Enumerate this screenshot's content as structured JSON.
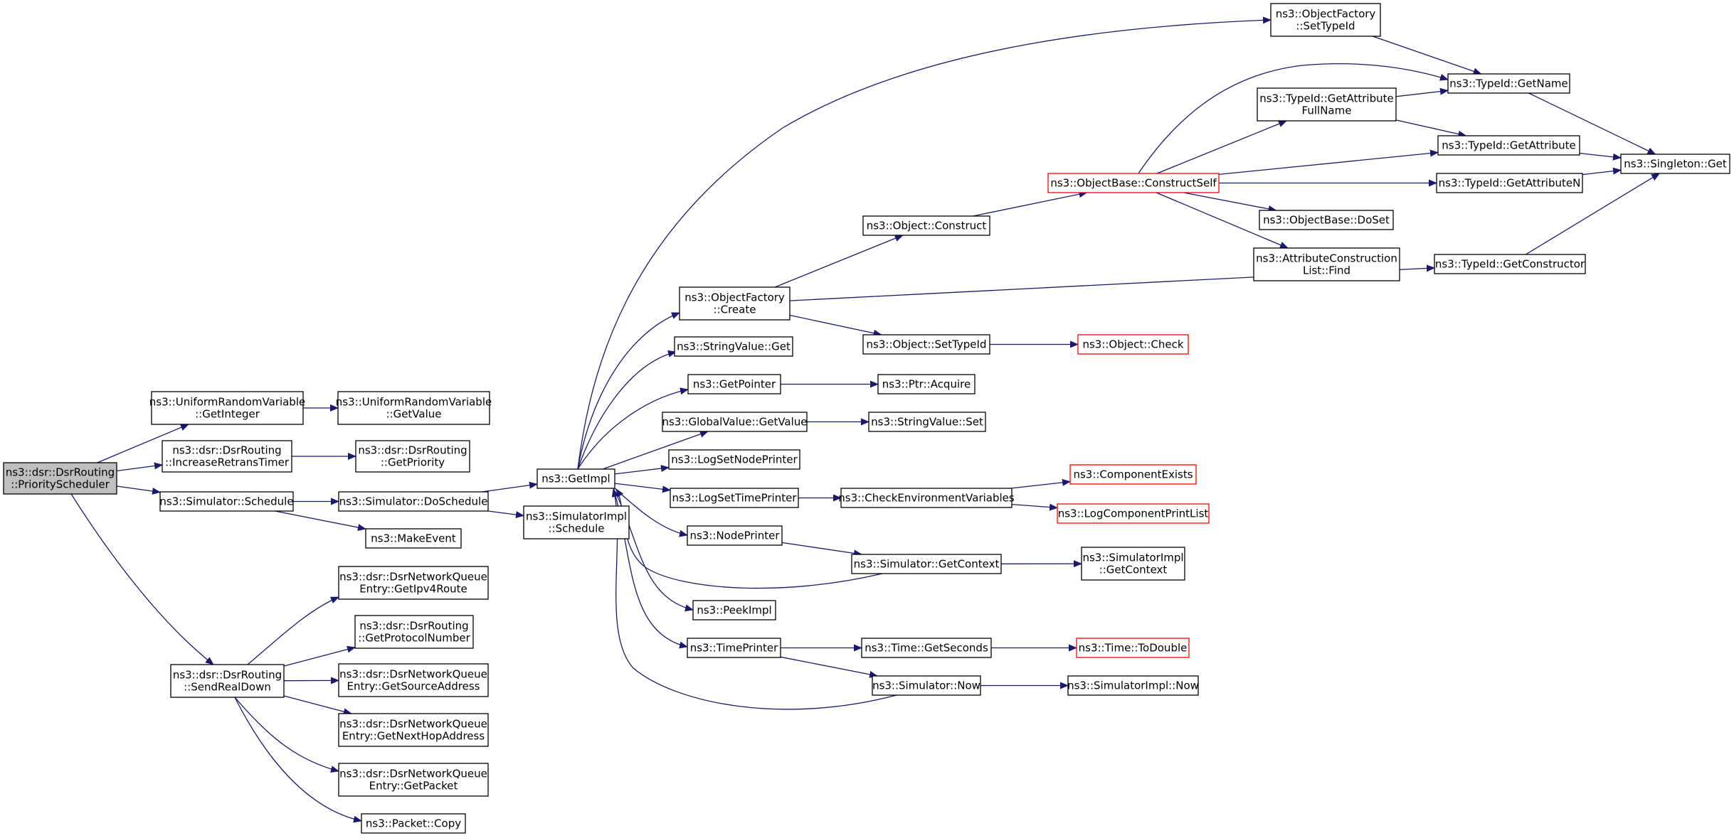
{
  "colors": {
    "edge": "#191970",
    "node_border": "#000000",
    "node_fill": "#ffffff",
    "root_fill": "#bfbfbf",
    "truncated_border": "#ff0000"
  },
  "nodes": [
    {
      "id": "prio",
      "lines": [
        "ns3::dsr::DsrRouting",
        "::PriorityScheduler"
      ],
      "root": true
    },
    {
      "id": "urv_int",
      "lines": [
        "ns3::UniformRandomVariable",
        "::GetInteger"
      ]
    },
    {
      "id": "urv_val",
      "lines": [
        "ns3::UniformRandomVariable",
        "::GetValue"
      ]
    },
    {
      "id": "inc_retrans",
      "lines": [
        "ns3::dsr::DsrRouting",
        "::IncreaseRetransTimer"
      ]
    },
    {
      "id": "get_priority",
      "lines": [
        "ns3::dsr::DsrRouting",
        "::GetPriority"
      ]
    },
    {
      "id": "sim_schedule",
      "lines": [
        "ns3::Simulator::Schedule"
      ]
    },
    {
      "id": "sim_doschedule",
      "lines": [
        "ns3::Simulator::DoSchedule"
      ]
    },
    {
      "id": "make_event",
      "lines": [
        "ns3::MakeEvent"
      ]
    },
    {
      "id": "get_impl",
      "lines": [
        "ns3::GetImpl"
      ]
    },
    {
      "id": "simimpl_schedule",
      "lines": [
        "ns3::SimulatorImpl",
        "::Schedule"
      ]
    },
    {
      "id": "send_real_down",
      "lines": [
        "ns3::dsr::DsrRouting",
        "::SendRealDown"
      ]
    },
    {
      "id": "nq_ipv4",
      "lines": [
        "ns3::dsr::DsrNetworkQueue",
        "Entry::GetIpv4Route"
      ]
    },
    {
      "id": "protocol_number",
      "lines": [
        "ns3::dsr::DsrRouting",
        "::GetProtocolNumber"
      ]
    },
    {
      "id": "nq_src",
      "lines": [
        "ns3::dsr::DsrNetworkQueue",
        "Entry::GetSourceAddress"
      ]
    },
    {
      "id": "nq_nexthop",
      "lines": [
        "ns3::dsr::DsrNetworkQueue",
        "Entry::GetNextHopAddress"
      ]
    },
    {
      "id": "nq_packet",
      "lines": [
        "ns3::dsr::DsrNetworkQueue",
        "Entry::GetPacket"
      ]
    },
    {
      "id": "packet_copy",
      "lines": [
        "ns3::Packet::Copy"
      ]
    },
    {
      "id": "of_settypeid",
      "lines": [
        "ns3::ObjectFactory",
        "::SetTypeId"
      ]
    },
    {
      "id": "of_create",
      "lines": [
        "ns3::ObjectFactory",
        "::Create"
      ]
    },
    {
      "id": "stringvalue_get",
      "lines": [
        "ns3::StringValue::Get"
      ]
    },
    {
      "id": "get_pointer",
      "lines": [
        "ns3::GetPointer"
      ]
    },
    {
      "id": "globalvalue_getvalue",
      "lines": [
        "ns3::GlobalValue::GetValue"
      ]
    },
    {
      "id": "log_node_printer",
      "lines": [
        "ns3::LogSetNodePrinter"
      ]
    },
    {
      "id": "log_time_printer",
      "lines": [
        "ns3::LogSetTimePrinter"
      ]
    },
    {
      "id": "node_printer",
      "lines": [
        "ns3::NodePrinter"
      ]
    },
    {
      "id": "peek_impl",
      "lines": [
        "ns3::PeekImpl"
      ]
    },
    {
      "id": "time_printer",
      "lines": [
        "ns3::TimePrinter"
      ]
    },
    {
      "id": "object_construct",
      "lines": [
        "ns3::Object::Construct"
      ]
    },
    {
      "id": "object_settypeid",
      "lines": [
        "ns3::Object::SetTypeId"
      ]
    },
    {
      "id": "ptr_acquire",
      "lines": [
        "ns3::Ptr::Acquire"
      ]
    },
    {
      "id": "stringvalue_set",
      "lines": [
        "ns3::StringValue::Set"
      ]
    },
    {
      "id": "check_env",
      "lines": [
        "ns3::CheckEnvironmentVariables"
      ]
    },
    {
      "id": "sim_getcontext",
      "lines": [
        "ns3::Simulator::GetContext"
      ]
    },
    {
      "id": "time_getseconds",
      "lines": [
        "ns3::Time::GetSeconds"
      ]
    },
    {
      "id": "sim_now",
      "lines": [
        "ns3::Simulator::Now"
      ]
    },
    {
      "id": "objectbase_constructself",
      "lines": [
        "ns3::ObjectBase::ConstructSelf"
      ],
      "truncated": true
    },
    {
      "id": "object_check",
      "lines": [
        "ns3::Object::Check"
      ],
      "truncated": true
    },
    {
      "id": "component_exists",
      "lines": [
        "ns3::ComponentExists"
      ],
      "truncated": true
    },
    {
      "id": "log_component_printlist",
      "lines": [
        "ns3::LogComponentPrintList"
      ],
      "truncated": true
    },
    {
      "id": "simimpl_getcontext",
      "lines": [
        "ns3::SimulatorImpl",
        "::GetContext"
      ]
    },
    {
      "id": "time_todouble",
      "lines": [
        "ns3::Time::ToDouble"
      ],
      "truncated": true
    },
    {
      "id": "simimpl_now",
      "lines": [
        "ns3::SimulatorImpl::Now"
      ]
    },
    {
      "id": "typeid_getattr_fullname",
      "lines": [
        "ns3::TypeId::GetAttribute",
        "FullName"
      ]
    },
    {
      "id": "objectbase_doset",
      "lines": [
        "ns3::ObjectBase::DoSet"
      ]
    },
    {
      "id": "attr_construction_find",
      "lines": [
        "ns3::AttributeConstruction",
        "List::Find"
      ]
    },
    {
      "id": "typeid_getname",
      "lines": [
        "ns3::TypeId::GetName"
      ]
    },
    {
      "id": "typeid_getattribute",
      "lines": [
        "ns3::TypeId::GetAttribute"
      ]
    },
    {
      "id": "typeid_getattributen",
      "lines": [
        "ns3::TypeId::GetAttributeN"
      ]
    },
    {
      "id": "typeid_getconstructor",
      "lines": [
        "ns3::TypeId::GetConstructor"
      ]
    },
    {
      "id": "singleton_get",
      "lines": [
        "ns3::Singleton::Get"
      ]
    }
  ],
  "edges": [
    [
      "prio",
      "urv_int"
    ],
    [
      "prio",
      "inc_retrans"
    ],
    [
      "prio",
      "sim_schedule"
    ],
    [
      "prio",
      "send_real_down"
    ],
    [
      "urv_int",
      "urv_val"
    ],
    [
      "inc_retrans",
      "get_priority"
    ],
    [
      "sim_schedule",
      "sim_doschedule"
    ],
    [
      "sim_schedule",
      "make_event"
    ],
    [
      "sim_doschedule",
      "get_impl"
    ],
    [
      "sim_doschedule",
      "simimpl_schedule"
    ],
    [
      "send_real_down",
      "nq_ipv4"
    ],
    [
      "send_real_down",
      "protocol_number"
    ],
    [
      "send_real_down",
      "nq_src"
    ],
    [
      "send_real_down",
      "nq_nexthop"
    ],
    [
      "send_real_down",
      "nq_packet"
    ],
    [
      "send_real_down",
      "packet_copy"
    ],
    [
      "get_impl",
      "of_settypeid"
    ],
    [
      "get_impl",
      "of_create"
    ],
    [
      "get_impl",
      "stringvalue_get"
    ],
    [
      "get_impl",
      "get_pointer"
    ],
    [
      "get_impl",
      "globalvalue_getvalue"
    ],
    [
      "get_impl",
      "log_node_printer"
    ],
    [
      "get_impl",
      "log_time_printer"
    ],
    [
      "get_impl",
      "node_printer"
    ],
    [
      "get_impl",
      "peek_impl"
    ],
    [
      "get_impl",
      "time_printer"
    ],
    [
      "of_create",
      "object_construct"
    ],
    [
      "of_create",
      "object_settypeid"
    ],
    [
      "of_create",
      "typeid_getconstructor"
    ],
    [
      "of_settypeid",
      "typeid_getname"
    ],
    [
      "get_pointer",
      "ptr_acquire"
    ],
    [
      "globalvalue_getvalue",
      "stringvalue_set"
    ],
    [
      "log_time_printer",
      "check_env"
    ],
    [
      "node_printer",
      "sim_getcontext"
    ],
    [
      "time_printer",
      "time_getseconds"
    ],
    [
      "time_printer",
      "sim_now"
    ],
    [
      "object_construct",
      "objectbase_constructself"
    ],
    [
      "object_settypeid",
      "object_check"
    ],
    [
      "check_env",
      "component_exists"
    ],
    [
      "check_env",
      "log_component_printlist"
    ],
    [
      "sim_getcontext",
      "simimpl_getcontext"
    ],
    [
      "sim_getcontext",
      "get_impl"
    ],
    [
      "time_getseconds",
      "time_todouble"
    ],
    [
      "sim_now",
      "simimpl_now"
    ],
    [
      "sim_now",
      "get_impl"
    ],
    [
      "objectbase_constructself",
      "typeid_getattr_fullname"
    ],
    [
      "objectbase_constructself",
      "typeid_getattribute"
    ],
    [
      "objectbase_constructself",
      "typeid_getattributen"
    ],
    [
      "objectbase_constructself",
      "objectbase_doset"
    ],
    [
      "objectbase_constructself",
      "attr_construction_find"
    ],
    [
      "objectbase_constructself",
      "typeid_getname"
    ],
    [
      "typeid_getattr_fullname",
      "typeid_getname"
    ],
    [
      "typeid_getattr_fullname",
      "typeid_getattribute"
    ],
    [
      "typeid_getname",
      "singleton_get"
    ],
    [
      "typeid_getattribute",
      "singleton_get"
    ],
    [
      "typeid_getattributen",
      "singleton_get"
    ],
    [
      "typeid_getconstructor",
      "singleton_get"
    ]
  ]
}
